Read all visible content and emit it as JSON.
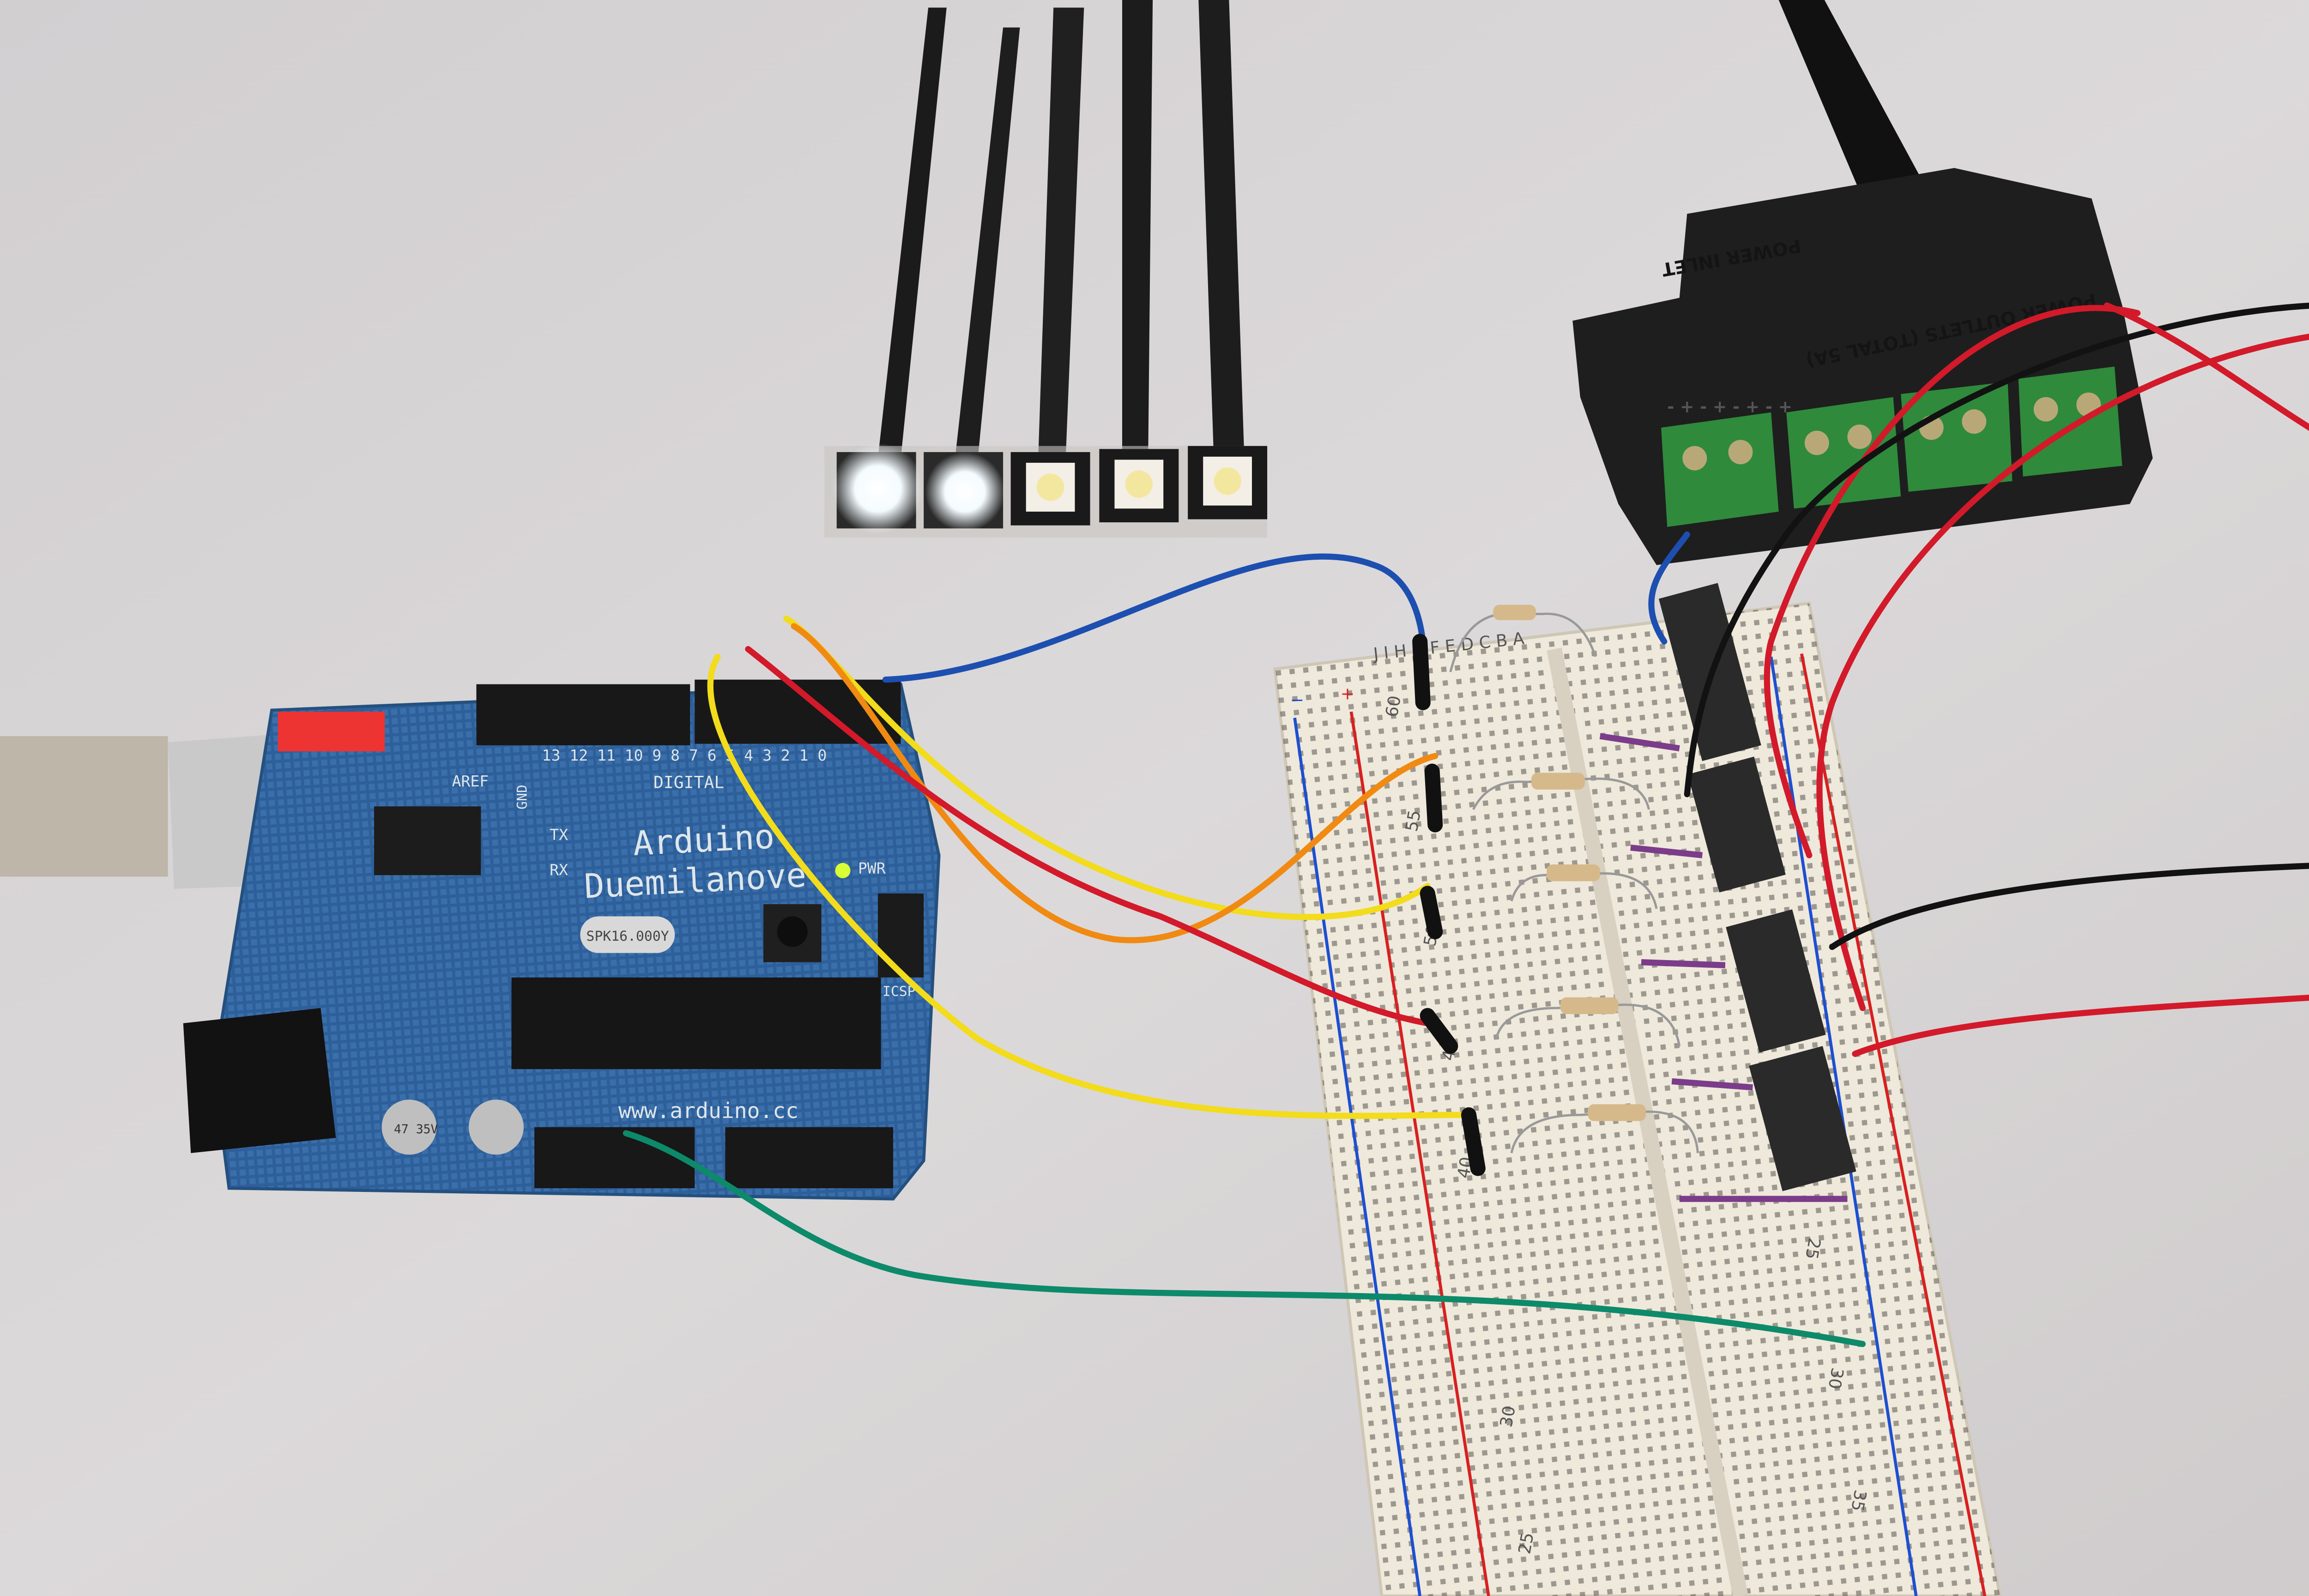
{
  "arduino": {
    "brand": "Arduino",
    "model": "Duemilanove",
    "url": "www.arduino.cc",
    "digital_label": "DIGITAL",
    "pwr_label": "PWR",
    "icsp_label": "ICSP",
    "aref_label": "AREF",
    "gnd_label": "GND",
    "tx_label": "TX",
    "rx_label": "RX",
    "pin_numbers": "13 12 11 10 9 8 7 6 5 4 3 2 1 0",
    "crystal_label": "SPK16.000Y",
    "capacitor_label": "47 35V"
  },
  "power_splitter": {
    "inlet_label": "POWER INLET",
    "outlets_label": "POWER OUTLETS (TOTAL 5A)",
    "polarity": "- +  - +  - +  - +"
  },
  "breadboard": {
    "row_numbers_left": [
      "60",
      "55",
      "50",
      "45",
      "40"
    ],
    "row_numbers_right": [
      "25",
      "30",
      "35"
    ],
    "row_numbers_lower": [
      "30",
      "25"
    ],
    "column_letters": "J I H G F E D C B A",
    "rail_minus": "−",
    "rail_plus": "+"
  },
  "colors": {
    "background": "#d9d6d7",
    "pcb": "#2d5f9a",
    "breadboard": "#efe9dc",
    "wire_blue": "#1d4fb0",
    "wire_yellow": "#f2dc1c",
    "wire_orange": "#f08a12",
    "wire_red": "#d21a2a",
    "wire_green": "#0d8a6a",
    "terminal_green": "#2f8a3c"
  }
}
